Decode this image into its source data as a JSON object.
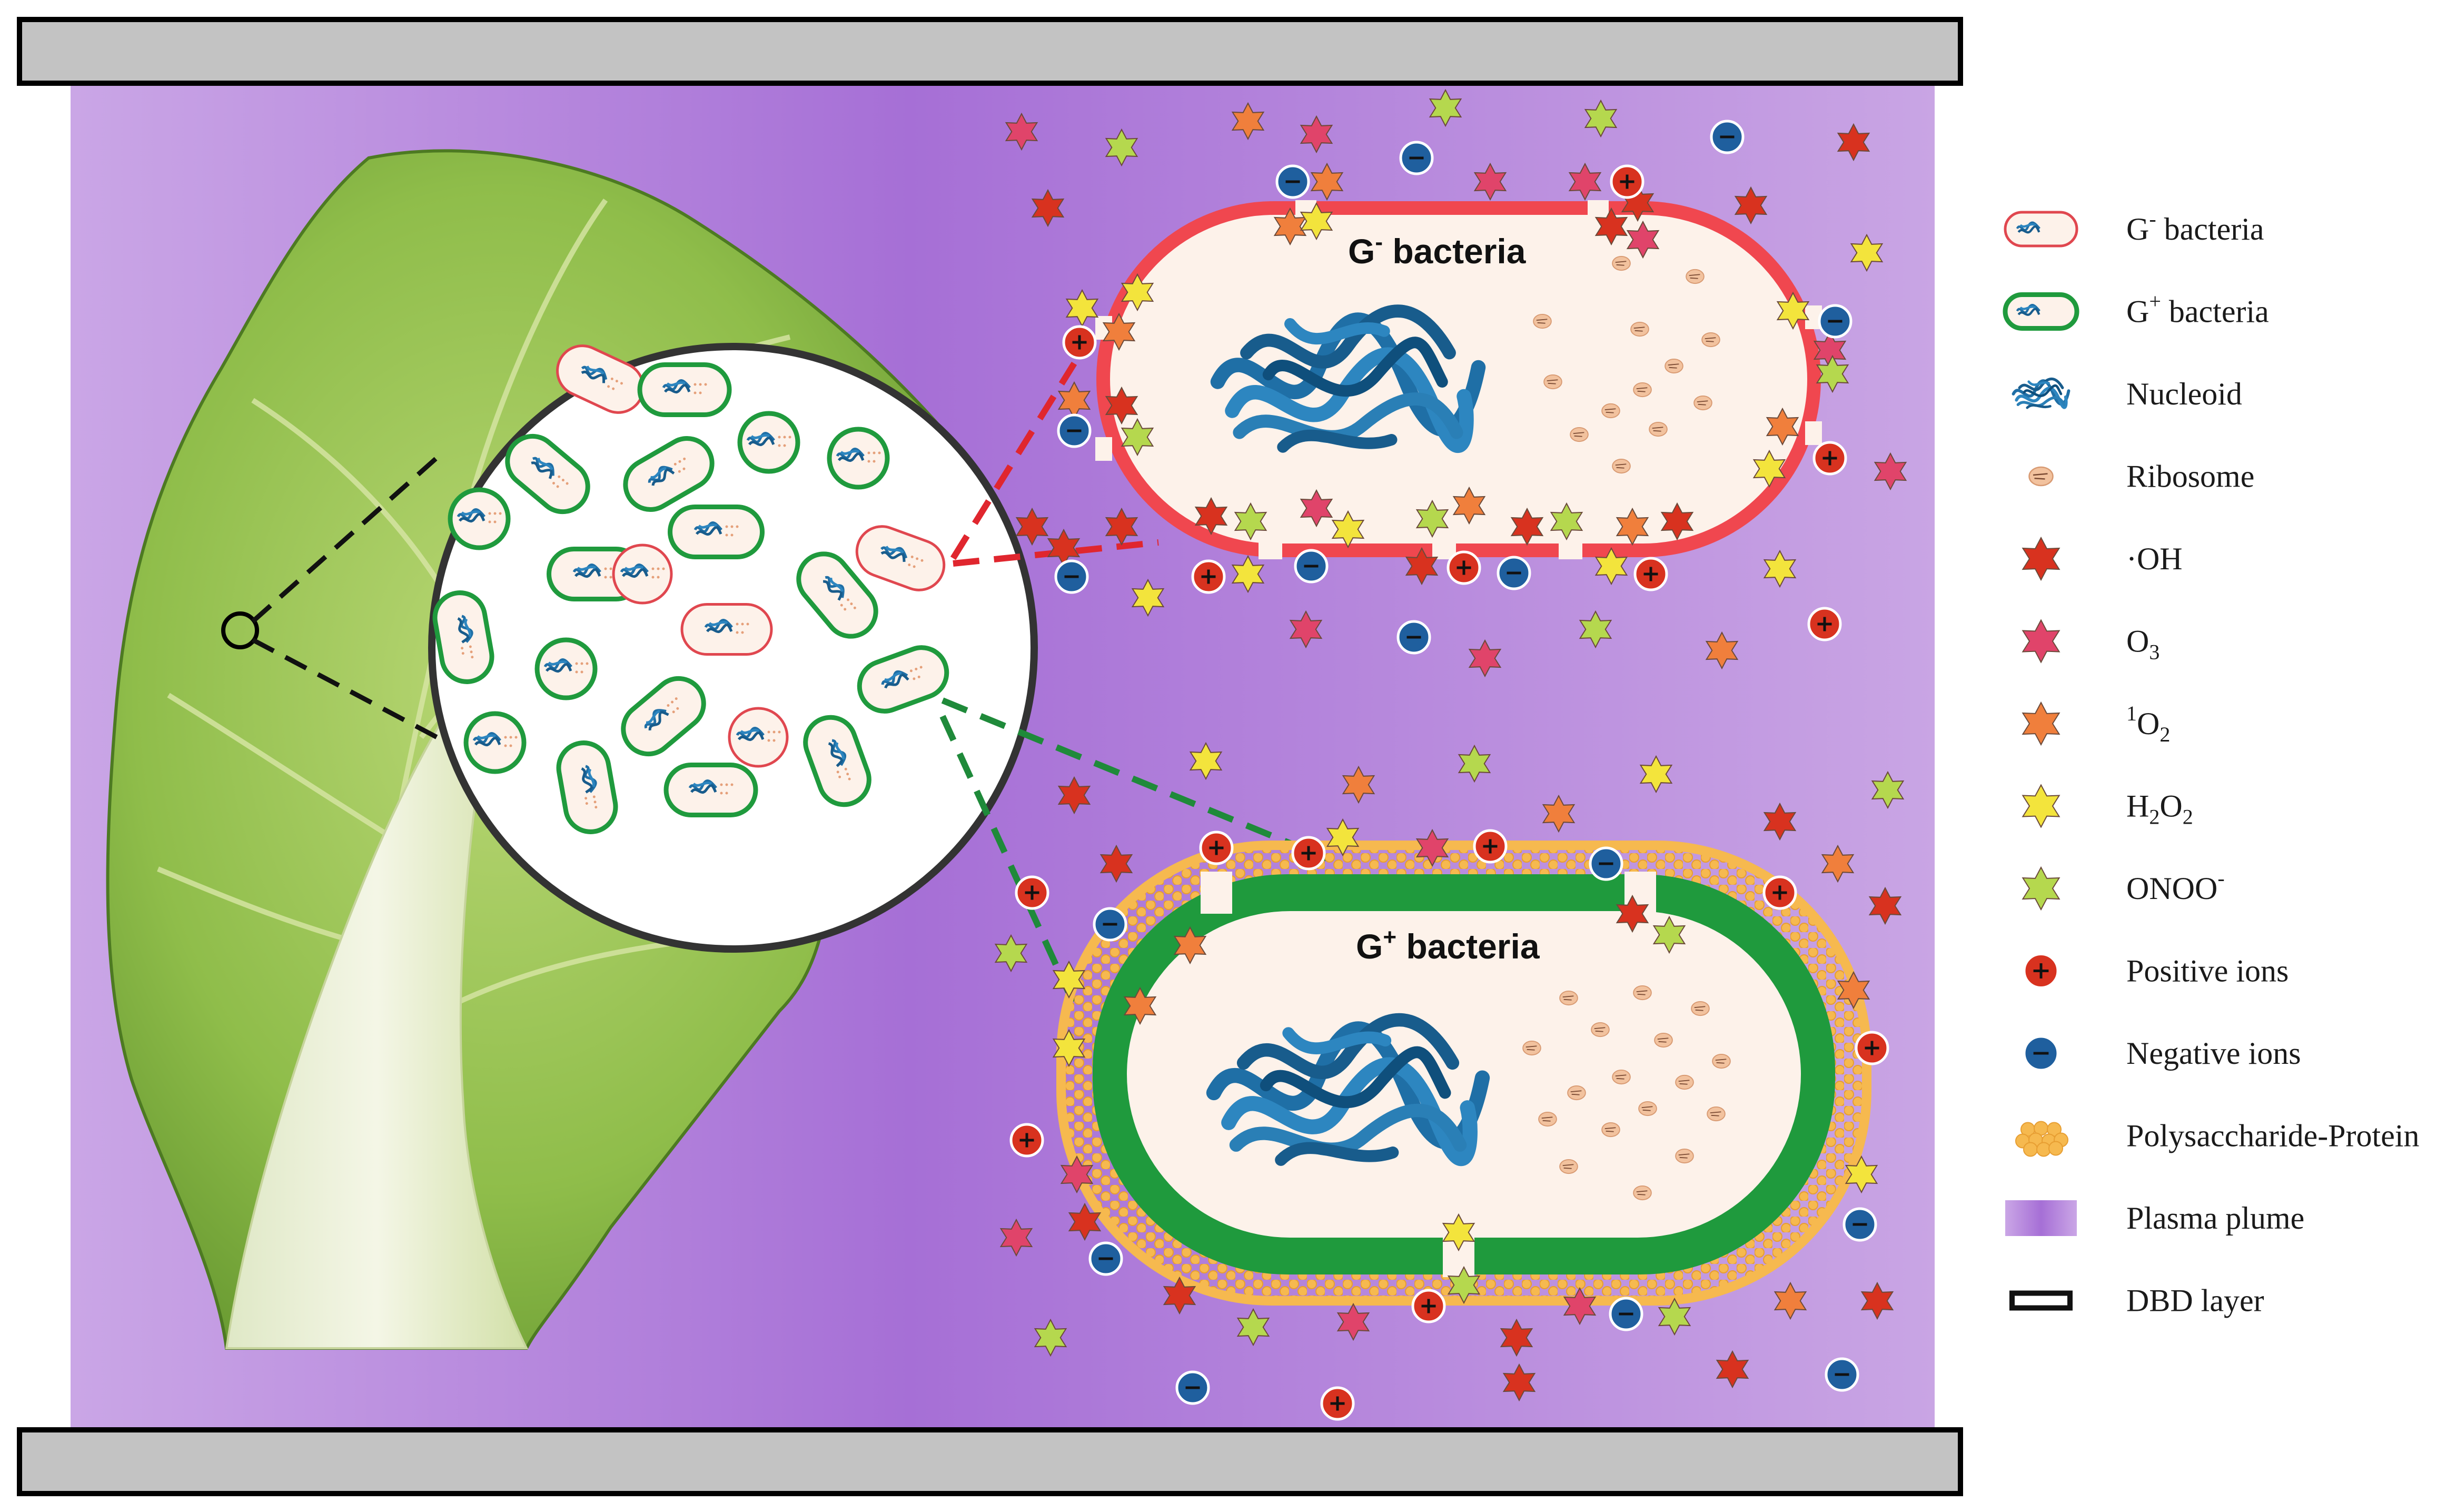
{
  "cells": {
    "gram_negative": {
      "title_main": "G",
      "title_sup": "-",
      "title_rest": " bacteria"
    },
    "gram_positive": {
      "title_main": "G",
      "title_sup": "+",
      "title_rest": " bacteria"
    }
  },
  "legend": [
    {
      "id": "g-neg",
      "icon": "g-negative-bacterium-icon",
      "parts": [
        {
          "t": "G"
        },
        {
          "t": "-",
          "sup": true
        },
        {
          "t": " bacteria"
        }
      ]
    },
    {
      "id": "g-pos",
      "icon": "g-positive-bacterium-icon",
      "parts": [
        {
          "t": "G"
        },
        {
          "t": "+",
          "sup": true
        },
        {
          "t": " bacteria"
        }
      ]
    },
    {
      "id": "nucleoid",
      "icon": "nucleoid-icon",
      "parts": [
        {
          "t": "Nucleoid"
        }
      ]
    },
    {
      "id": "ribosome",
      "icon": "ribosome-icon",
      "parts": [
        {
          "t": "Ribosome"
        }
      ]
    },
    {
      "id": "oh",
      "icon": "hydroxyl-radical-star-icon",
      "color": "#d8321f",
      "parts": [
        {
          "t": "·OH"
        }
      ]
    },
    {
      "id": "o3",
      "icon": "ozone-star-icon",
      "color": "#e0446a",
      "parts": [
        {
          "t": "O"
        },
        {
          "t": "3",
          "sub": true
        }
      ]
    },
    {
      "id": "1o2",
      "icon": "singlet-oxygen-star-icon",
      "color": "#f07f3c",
      "parts": [
        {
          "t": "1",
          "sup": true
        },
        {
          "t": "O"
        },
        {
          "t": "2",
          "sub": true
        }
      ]
    },
    {
      "id": "h2o2",
      "icon": "hydrogen-peroxide-star-icon",
      "color": "#f3e43c",
      "parts": [
        {
          "t": "H"
        },
        {
          "t": "2",
          "sub": true
        },
        {
          "t": "O"
        },
        {
          "t": "2",
          "sub": true
        }
      ]
    },
    {
      "id": "onoo",
      "icon": "peroxynitrite-star-icon",
      "color": "#b5d84e",
      "parts": [
        {
          "t": "ONOO"
        },
        {
          "t": "-",
          "sup": true
        }
      ]
    },
    {
      "id": "pos-ions",
      "icon": "positive-ion-icon",
      "color": "#d8321f",
      "parts": [
        {
          "t": "Positive ions"
        }
      ]
    },
    {
      "id": "neg-ions",
      "icon": "negative-ion-icon",
      "color": "#1f5f9e",
      "parts": [
        {
          "t": "Negative ions"
        }
      ]
    },
    {
      "id": "polysac",
      "icon": "polysaccharide-protein-icon",
      "color": "#f6b94f",
      "parts": [
        {
          "t": "Polysaccharide-Protein"
        }
      ]
    },
    {
      "id": "plume",
      "icon": "plasma-plume-icon",
      "color": "#b07ad8",
      "parts": [
        {
          "t": "Plasma plume"
        }
      ]
    },
    {
      "id": "dbd",
      "icon": "dbd-layer-icon",
      "parts": [
        {
          "t": "DBD layer"
        }
      ]
    }
  ],
  "colors": {
    "plasma_light": "#c9a4e4",
    "plasma_mid": "#a876d6",
    "dbd_fill": "#c3c3c3",
    "gneg_wall": "#f0474f",
    "gpos_wall": "#1f9a3d",
    "cytoplasm": "#fdf2ea",
    "nucleoid": "#1f6fa6",
    "polysaccharide": "#f6b94f"
  }
}
